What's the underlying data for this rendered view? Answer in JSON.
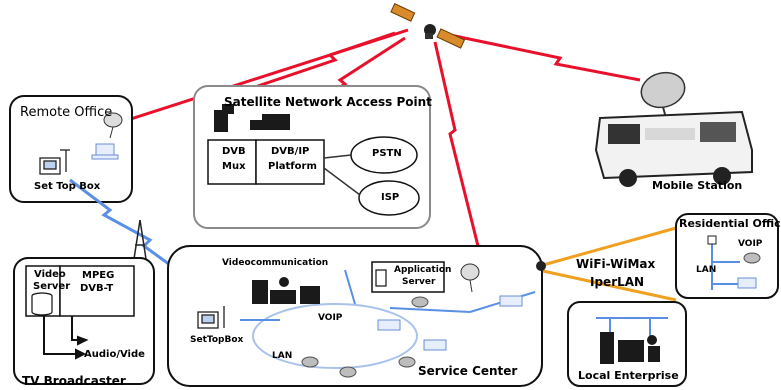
{
  "diagram": {
    "satellite_icon": "satellite-icon",
    "nodes": {
      "remote_office": {
        "title": "Remote Office",
        "set_top_box": "Set Top Box"
      },
      "sat_access_point": {
        "title": "Satellite Network Access Point",
        "dvb_mux_line1": "DVB",
        "dvb_mux_line2": "Mux",
        "dvb_ip_line1": "DVB/IP",
        "dvb_ip_line2": "Platform",
        "pstn": "PSTN",
        "isp": "ISP"
      },
      "mobile_station": {
        "title": "Mobile Station"
      },
      "residential_office": {
        "title": "Residential Office",
        "voip": "VOIP",
        "lan": "LAN"
      },
      "tv_broadcaster": {
        "title": "TV Broadcaster",
        "video_server_line1": "Video",
        "video_server_line2": "Server",
        "mpeg_line1": "MPEG",
        "mpeg_line2": "DVB-T",
        "audio_video": "Audio/Vide"
      },
      "service_center": {
        "title": "Service Center",
        "videocommunication": "Videocommunication",
        "app_server_line1": "Application",
        "app_server_line2": "Server",
        "voip": "VOIP",
        "lan": "LAN",
        "settopbox": "SetTopBox"
      },
      "wireless": {
        "line1": "WiFi-WiMax",
        "line2": "IperLAN"
      },
      "local_enterprise": {
        "title": "Local Enterprise"
      }
    },
    "colors": {
      "satellite_link": "#e8102a",
      "wireless_link": "#f0a020",
      "lan_link": "#5a8fe6",
      "ring": "#a9c2ec"
    }
  }
}
